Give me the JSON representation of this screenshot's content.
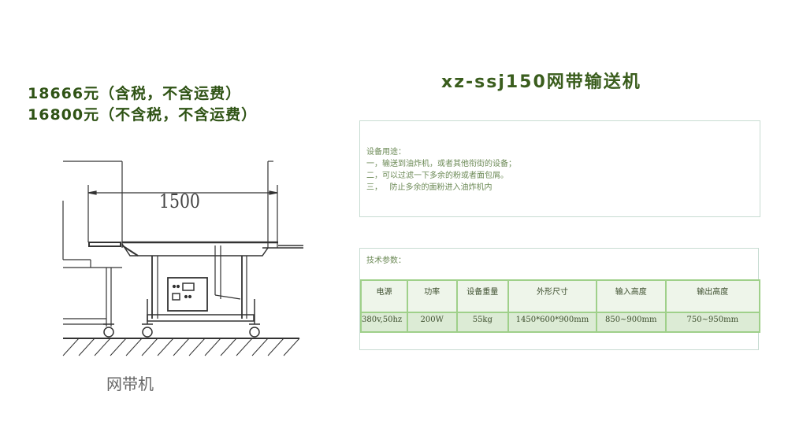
{
  "prices": [
    {
      "text": "18666元（含税，不含运费）"
    },
    {
      "text": "16800元（不含税，不含运费）"
    }
  ],
  "product_title": "xz-ssj150网带输送机",
  "drawing": {
    "dimension_label": "1500",
    "caption": "网带机"
  },
  "usage": {
    "heading": "设备用途：",
    "lines": [
      "一，输送到油炸机，或者其他衔街的设备；",
      "二，可以过滤一下多余的粉或者面包屑。",
      "三，   防止多余的面粉进入油炸机内"
    ]
  },
  "specs": {
    "heading": "技术参数：",
    "columns": [
      "电源",
      "功率",
      "设备重量",
      "外形尺寸",
      "输入高度",
      "输出高度"
    ],
    "values": [
      "380v,50hz",
      "200W",
      "55kg",
      "1450*600*900mm",
      "850~900mm",
      "750~950mm"
    ]
  },
  "colors": {
    "title_green": "#3a5d1d",
    "price_green": "#2f5315",
    "table_border": "#9fd08a",
    "table_header_bg": "#eef5ea",
    "table_value_bg": "#dcebd5",
    "box_border": "#c8dcd2"
  }
}
